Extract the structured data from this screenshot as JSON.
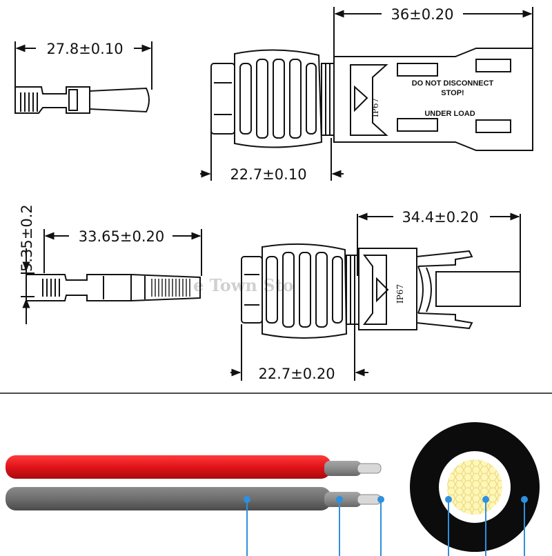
{
  "drawing": {
    "top_left": {
      "dim": "27.8±0.10"
    },
    "top_right": {
      "dim_top": "36±0.20",
      "dim_bottom": "22.7±0.10",
      "warning_line1": "DO NOT DISCONNECT",
      "warning_line2": "STOP!",
      "warning_line3": "UNDER  LOAD",
      "rating": "IP67"
    },
    "mid_left": {
      "dim_vertical": "5.35±0.2",
      "dim": "33.65±0.20"
    },
    "mid_right": {
      "dim_top": "34.4±0.20",
      "dim_bottom": "22.7±0.20",
      "rating": "IP67"
    },
    "watermark": "e Town Sto"
  },
  "cable": {
    "colors": {
      "red": "#e0141a",
      "grey": "#6e6e6e",
      "callout": "#2f8fe0",
      "core": "#ffffdf",
      "jacket": "#0c0c0c"
    }
  }
}
